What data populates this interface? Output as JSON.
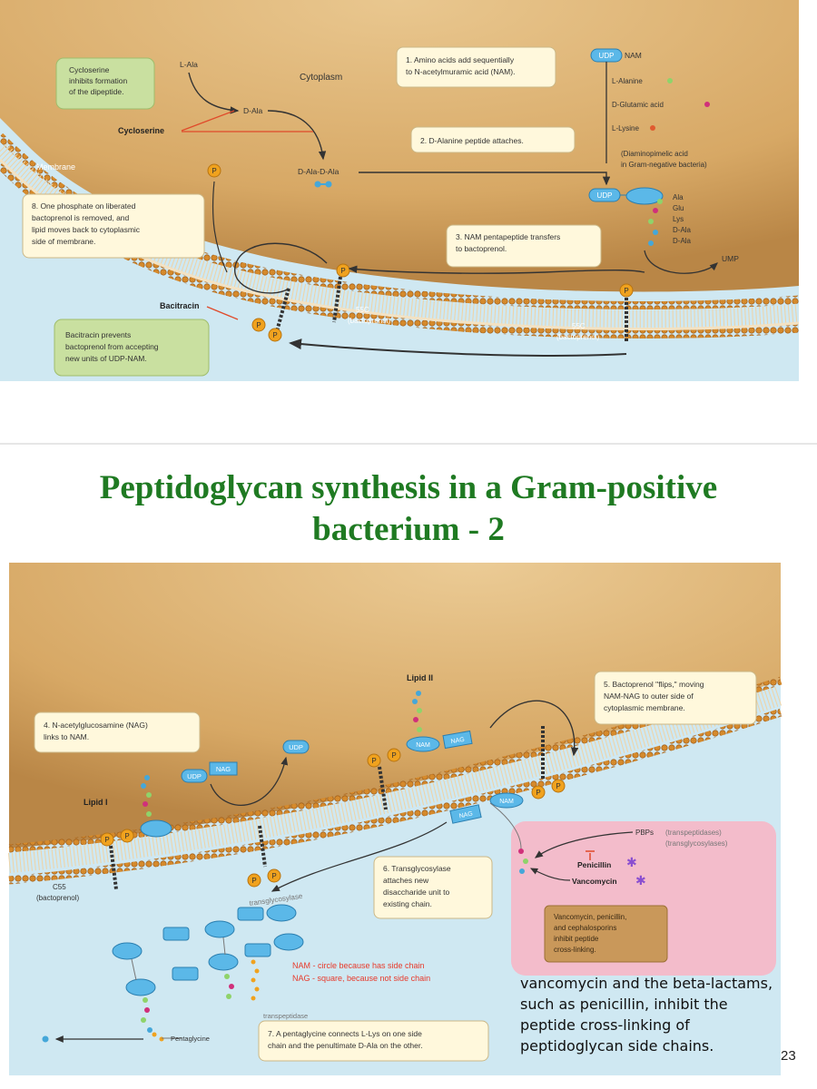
{
  "title": {
    "line1": "Peptidoglycan synthesis in a Gram-positive",
    "line2": "bacterium - 2"
  },
  "caption": "vancomycin and the beta-lactams, such as penicillin, inhibit the peptide cross-linking of peptidoglycan side chains.",
  "page_number": "23",
  "colors": {
    "cytoplasm": "#d7a865",
    "membrane": "#d08a2e",
    "outside": "#cfe8f2",
    "note_yellow": "#fff8dc",
    "note_green": "#c9e0a0",
    "inhibition_panel": "#f3bccb",
    "title": "#1f7a22",
    "phosphate": "#f0a21e",
    "nam_nag": "#5bb8e8"
  },
  "top": {
    "cytoplasm_label": "Cytoplasm",
    "membrane_label": "Membrane",
    "l_ala": "L-Ala",
    "d_ala": "D-Ala",
    "d_ala_d_ala": "D-Ala-D-Ala",
    "cycloserine": "Cycloserine",
    "bacitracin": "Bacitracin",
    "note_cycloserine": [
      "Cycloserine",
      "inhibits formation",
      "of the dipeptide."
    ],
    "note_bacitracin": [
      "Bacitracin prevents",
      "bactoprenol from accepting",
      "new units of UDP-NAM."
    ],
    "step1": [
      "1. Amino acids add sequentially",
      "to N-acetylmuramic acid (NAM)."
    ],
    "step2": "2. D-Alanine peptide attaches.",
    "step3": [
      "3. NAM pentapeptide transfers",
      "to bactoprenol."
    ],
    "step8": [
      "8. One phosphate on liberated",
      "bactoprenol is removed, and",
      "lipid moves back to cytoplasmic",
      "side of membrane."
    ],
    "udp": "UDP",
    "nam": "NAM",
    "amino_chain": [
      "L-Alanine",
      "D-Glutamic acid",
      "L-Lysine"
    ],
    "dap_note": [
      "(Diaminopimelic acid",
      "in Gram-negative bacteria)"
    ],
    "pentapeptide": [
      "Ala",
      "Glu",
      "Lys",
      "D-Ala",
      "D-Ala"
    ],
    "ump": "UMP",
    "c55": "55C",
    "bactoprenol": "(bactoprenol)",
    "phosphate": "P"
  },
  "bottom": {
    "lipid_i": "Lipid I",
    "lipid_ii": "Lipid II",
    "step4": [
      "4. N-acetylglucosamine (NAG)",
      "links to NAM."
    ],
    "step5": [
      "5. Bactoprenol \"flips,\" moving",
      "NAM-NAG to outer side of",
      "cytoplasmic membrane."
    ],
    "step6": [
      "6. Transglycosylase",
      "attaches new",
      "disaccharide unit to",
      "existing chain."
    ],
    "step7": [
      "7. A pentaglycine connects L-Lys on one side",
      "chain and the penultimate D-Ala on the other."
    ],
    "udp": "UDP",
    "nag": "NAG",
    "nam": "NAM",
    "c55": "C55",
    "bactoprenol": "(bactoprenol)",
    "transglycosylase": "transglycosylase",
    "transpeptidase": "transpeptidase",
    "pentaglycine": "Pentaglycine",
    "pbps": "PBPs",
    "pbps_types": [
      "(transpeptidases)",
      "(transglycosylases)"
    ],
    "penicillin": "Penicillin",
    "vancomycin": "Vancomycin",
    "inhibition_note": [
      "Vancomycin, penicillin,",
      "and cephalosporins",
      "inhibit peptide",
      "cross-linking."
    ],
    "legend": [
      "NAM - circle because has side chain",
      "NAG - square, because not side chain"
    ],
    "phosphate": "P"
  }
}
